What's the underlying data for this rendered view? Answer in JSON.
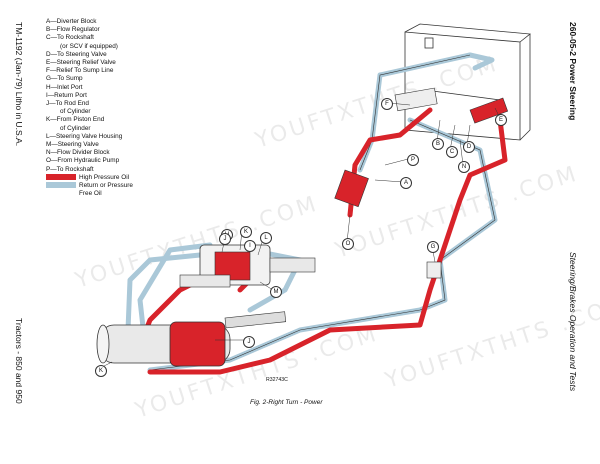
{
  "left_margin_text": "TM-1192 (Jan-79) Litho in U.S.A.",
  "left_margin_bottom": "Tractors - 850 and 950",
  "right_margin_top": "260-05-2   Power Steering",
  "right_margin_bottom": "Steering/Brakes Operation and Tests",
  "legend": {
    "items": [
      "A—Diverter Block",
      "B—Flow Regulator",
      "C—To Rockshaft",
      "(or SCV if equipped)",
      "D—To Steering Valve",
      "E—Steering Relief Valve",
      "F—Relief To Sump Line",
      "G—To Sump",
      "H—Inlet Port",
      "I—Return Port",
      "J—To Rod End",
      "of Cylinder",
      "K—From Piston End",
      "of Cylinder",
      "L—Steering Valve Housing",
      "M—Steering Valve",
      "N—Flow Divider Block",
      "O—From Hydraulic Pump",
      "P—To Rockshaft"
    ],
    "high_pressure_label": "High Pressure Oil",
    "return_label": "Return or Pressure",
    "return_label_2": "Free Oil",
    "high_pressure_color": "#d8232a",
    "return_color": "#aac8d8"
  },
  "callouts": [
    "A",
    "B",
    "C",
    "D",
    "E",
    "F",
    "G",
    "H",
    "I",
    "J",
    "K",
    "L",
    "M",
    "N",
    "O",
    "P"
  ],
  "figure_number": "R32743C",
  "caption": "Fig. 2-Right Turn - Power",
  "watermark": "YOUFTXTHTS .COM"
}
